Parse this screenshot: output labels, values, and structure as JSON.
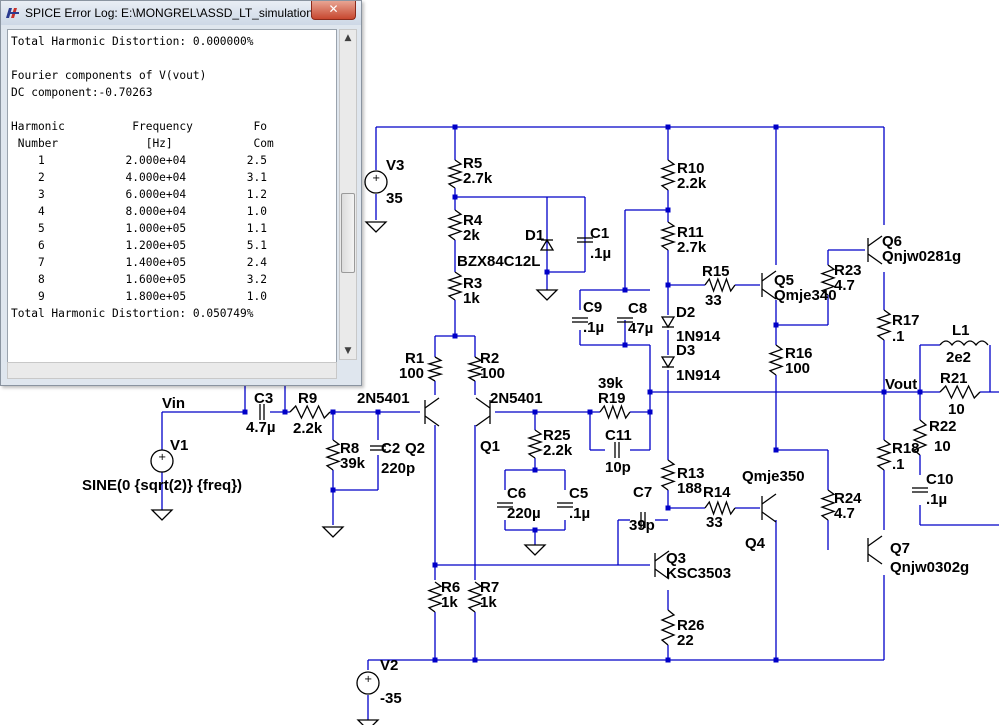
{
  "window": {
    "title": "SPICE Error Log: E:\\MONGREL\\ASSD_LT_simulations...",
    "close_glyph": "✕",
    "icon": "ltspice-app-icon",
    "log_lines": [
      "Total Harmonic Distortion: 0.000000%",
      "",
      "Fourier components of V(vout)",
      "DC component:-0.70263",
      "",
      "Harmonic          Frequency         Fo",
      " Number             [Hz]            Com",
      "    1            2.000e+04         2.5",
      "    2            4.000e+04         3.1",
      "    3            6.000e+04         1.2",
      "    4            8.000e+04         1.0",
      "    5            1.000e+05         1.1",
      "    6            1.200e+05         5.1",
      "    7            1.400e+05         2.4",
      "    8            1.600e+05         3.2",
      "    9            1.800e+05         1.0",
      "Total Harmonic Distortion: 0.050749%"
    ],
    "scroll_up_glyph": "▲",
    "scroll_down_glyph": "▼"
  },
  "schematic": {
    "labels": [
      {
        "id": "V3",
        "text": "V3"
      },
      {
        "id": "V3v",
        "text": "35"
      },
      {
        "id": "R5",
        "text": "R5"
      },
      {
        "id": "R5v",
        "text": "2.7k"
      },
      {
        "id": "R4",
        "text": "R4"
      },
      {
        "id": "R4v",
        "text": "2k"
      },
      {
        "id": "D1",
        "text": "D1"
      },
      {
        "id": "C1",
        "text": "C1"
      },
      {
        "id": "C1v",
        "text": ".1µ"
      },
      {
        "id": "BZX",
        "text": "BZX84C12L"
      },
      {
        "id": "R3",
        "text": "R3"
      },
      {
        "id": "R3v",
        "text": "1k"
      },
      {
        "id": "R10",
        "text": "R10"
      },
      {
        "id": "R10v",
        "text": "2.2k"
      },
      {
        "id": "R11",
        "text": "R11"
      },
      {
        "id": "R11v",
        "text": "2.7k"
      },
      {
        "id": "R15",
        "text": "R15"
      },
      {
        "id": "R15v",
        "text": "33"
      },
      {
        "id": "Q5",
        "text": "Q5"
      },
      {
        "id": "Q5v",
        "text": "Qmje340"
      },
      {
        "id": "R23",
        "text": "R23"
      },
      {
        "id": "R23v",
        "text": "4.7"
      },
      {
        "id": "Q6",
        "text": "Q6"
      },
      {
        "id": "Q6v",
        "text": "Qnjw0281g"
      },
      {
        "id": "C9",
        "text": "C9"
      },
      {
        "id": "C9v",
        "text": ".1µ"
      },
      {
        "id": "C8",
        "text": "C8"
      },
      {
        "id": "C8v",
        "text": "47µ"
      },
      {
        "id": "D2",
        "text": "D2"
      },
      {
        "id": "D2v",
        "text": "1N914"
      },
      {
        "id": "D3",
        "text": "D3"
      },
      {
        "id": "D3v",
        "text": "1N914"
      },
      {
        "id": "R17",
        "text": "R17"
      },
      {
        "id": "R17v",
        "text": ".1"
      },
      {
        "id": "L1",
        "text": "L1"
      },
      {
        "id": "L1v",
        "text": "2e2"
      },
      {
        "id": "R16",
        "text": "R16"
      },
      {
        "id": "R16v",
        "text": "100"
      },
      {
        "id": "R1",
        "text": "R1"
      },
      {
        "id": "R1v",
        "text": "100"
      },
      {
        "id": "R2",
        "text": "R2"
      },
      {
        "id": "R2v",
        "text": "100"
      },
      {
        "id": "Vout",
        "text": "Vout"
      },
      {
        "id": "R21",
        "text": "R21"
      },
      {
        "id": "R21v",
        "text": "10"
      },
      {
        "id": "Vin",
        "text": "Vin"
      },
      {
        "id": "C3",
        "text": "C3"
      },
      {
        "id": "C3v",
        "text": "4.7µ"
      },
      {
        "id": "R9",
        "text": "R9"
      },
      {
        "id": "R9v",
        "text": "2.2k"
      },
      {
        "id": "Q2t",
        "text": "2N5401"
      },
      {
        "id": "Q1t",
        "text": "2N5401"
      },
      {
        "id": "R19",
        "text": "R19"
      },
      {
        "id": "R19v",
        "text": "39k"
      },
      {
        "id": "R22",
        "text": "R22"
      },
      {
        "id": "R22v",
        "text": "10"
      },
      {
        "id": "V1",
        "text": "V1"
      },
      {
        "id": "R8",
        "text": "R8"
      },
      {
        "id": "R8v",
        "text": "39k"
      },
      {
        "id": "C2",
        "text": "C2"
      },
      {
        "id": "C2v",
        "text": "220p"
      },
      {
        "id": "Q2",
        "text": "Q2"
      },
      {
        "id": "Q1",
        "text": "Q1"
      },
      {
        "id": "R25",
        "text": "R25"
      },
      {
        "id": "R25v",
        "text": "2.2k"
      },
      {
        "id": "C11",
        "text": "C11"
      },
      {
        "id": "C11v",
        "text": "10p"
      },
      {
        "id": "R18",
        "text": "R18"
      },
      {
        "id": "R18v",
        "text": ".1"
      },
      {
        "id": "Qm350",
        "text": "Qmje350"
      },
      {
        "id": "SINE",
        "text": "SINE(0 {sqrt(2)} {freq})"
      },
      {
        "id": "R13",
        "text": "R13"
      },
      {
        "id": "R13v",
        "text": "188"
      },
      {
        "id": "C10",
        "text": "C10"
      },
      {
        "id": "C10v",
        "text": ".1µ"
      },
      {
        "id": "C6",
        "text": "C6"
      },
      {
        "id": "C6v",
        "text": "220µ"
      },
      {
        "id": "C5",
        "text": "C5"
      },
      {
        "id": "C5v",
        "text": ".1µ"
      },
      {
        "id": "C7",
        "text": "C7"
      },
      {
        "id": "C7v",
        "text": "39p"
      },
      {
        "id": "R14",
        "text": "R14"
      },
      {
        "id": "R14v",
        "text": "33"
      },
      {
        "id": "R24",
        "text": "R24"
      },
      {
        "id": "R24v",
        "text": "4.7"
      },
      {
        "id": "Q4",
        "text": "Q4"
      },
      {
        "id": "Q7",
        "text": "Q7"
      },
      {
        "id": "Q7v",
        "text": "Qnjw0302g"
      },
      {
        "id": "Q3",
        "text": "Q3"
      },
      {
        "id": "Q3v",
        "text": "KSC3503"
      },
      {
        "id": "R6",
        "text": "R6"
      },
      {
        "id": "R6v",
        "text": "1k"
      },
      {
        "id": "R7",
        "text": "R7"
      },
      {
        "id": "R7v",
        "text": "1k"
      },
      {
        "id": "R26",
        "text": "R26"
      },
      {
        "id": "R26v",
        "text": "22"
      },
      {
        "id": "V2",
        "text": "V2"
      },
      {
        "id": "V2v",
        "text": "-35"
      }
    ]
  }
}
